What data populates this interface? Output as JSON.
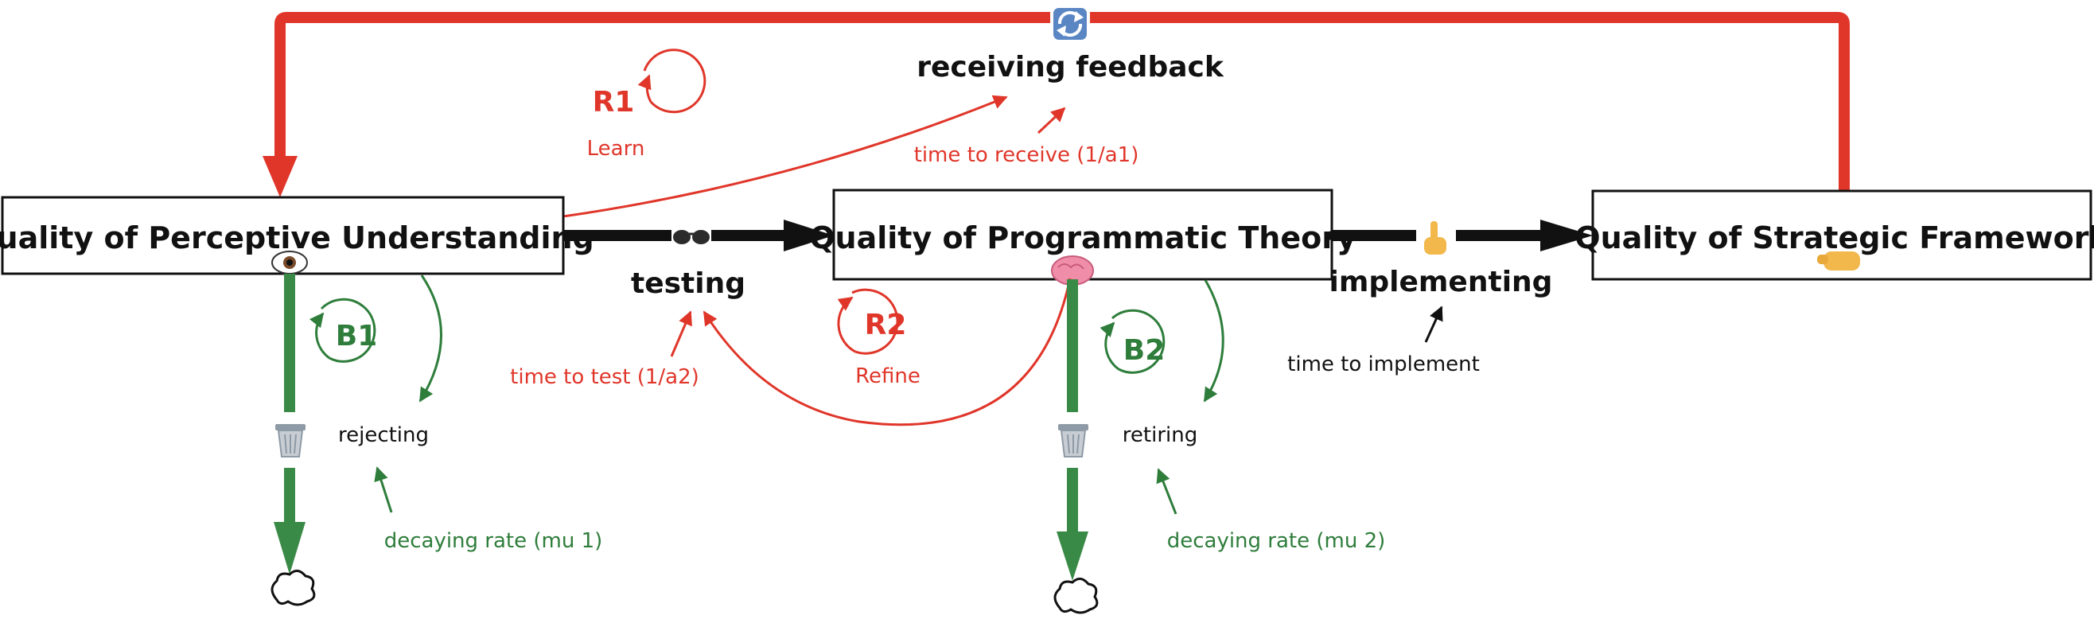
{
  "stocks": {
    "pu": "Quality of Perceptive Understanding",
    "pt": "Quality of Programmatic Theory",
    "sf": "Quality of Strategic Framework"
  },
  "flows": {
    "testing": "testing",
    "implementing": "implementing",
    "receiving_feedback": "receiving feedback",
    "rejecting": "rejecting",
    "retiring": "retiring"
  },
  "parameters": {
    "time_to_receive": "time to receive (1/a1)",
    "time_to_test": "time to test (1/a2)",
    "time_to_implement": "time to implement",
    "decay1": "decaying rate (mu 1)",
    "decay2": "decaying rate (mu 2)"
  },
  "loops": {
    "r1": {
      "id": "R1",
      "name": "Learn"
    },
    "r2": {
      "id": "R2",
      "name": "Refine"
    },
    "b1": {
      "id": "B1"
    },
    "b2": {
      "id": "B2"
    }
  },
  "icons": {
    "eye": "eye-icon",
    "brain": "brain-icon",
    "glasses": "glasses-icon",
    "pointing": "pointing-hand-icon",
    "fist": "fist-icon",
    "refresh": "refresh-icon",
    "trash": "trash-icon",
    "cloud": "cloud-icon"
  },
  "colors": {
    "reinforcing": "#e0362a",
    "balancing": "#2e7d3b",
    "flow": "#111111"
  }
}
